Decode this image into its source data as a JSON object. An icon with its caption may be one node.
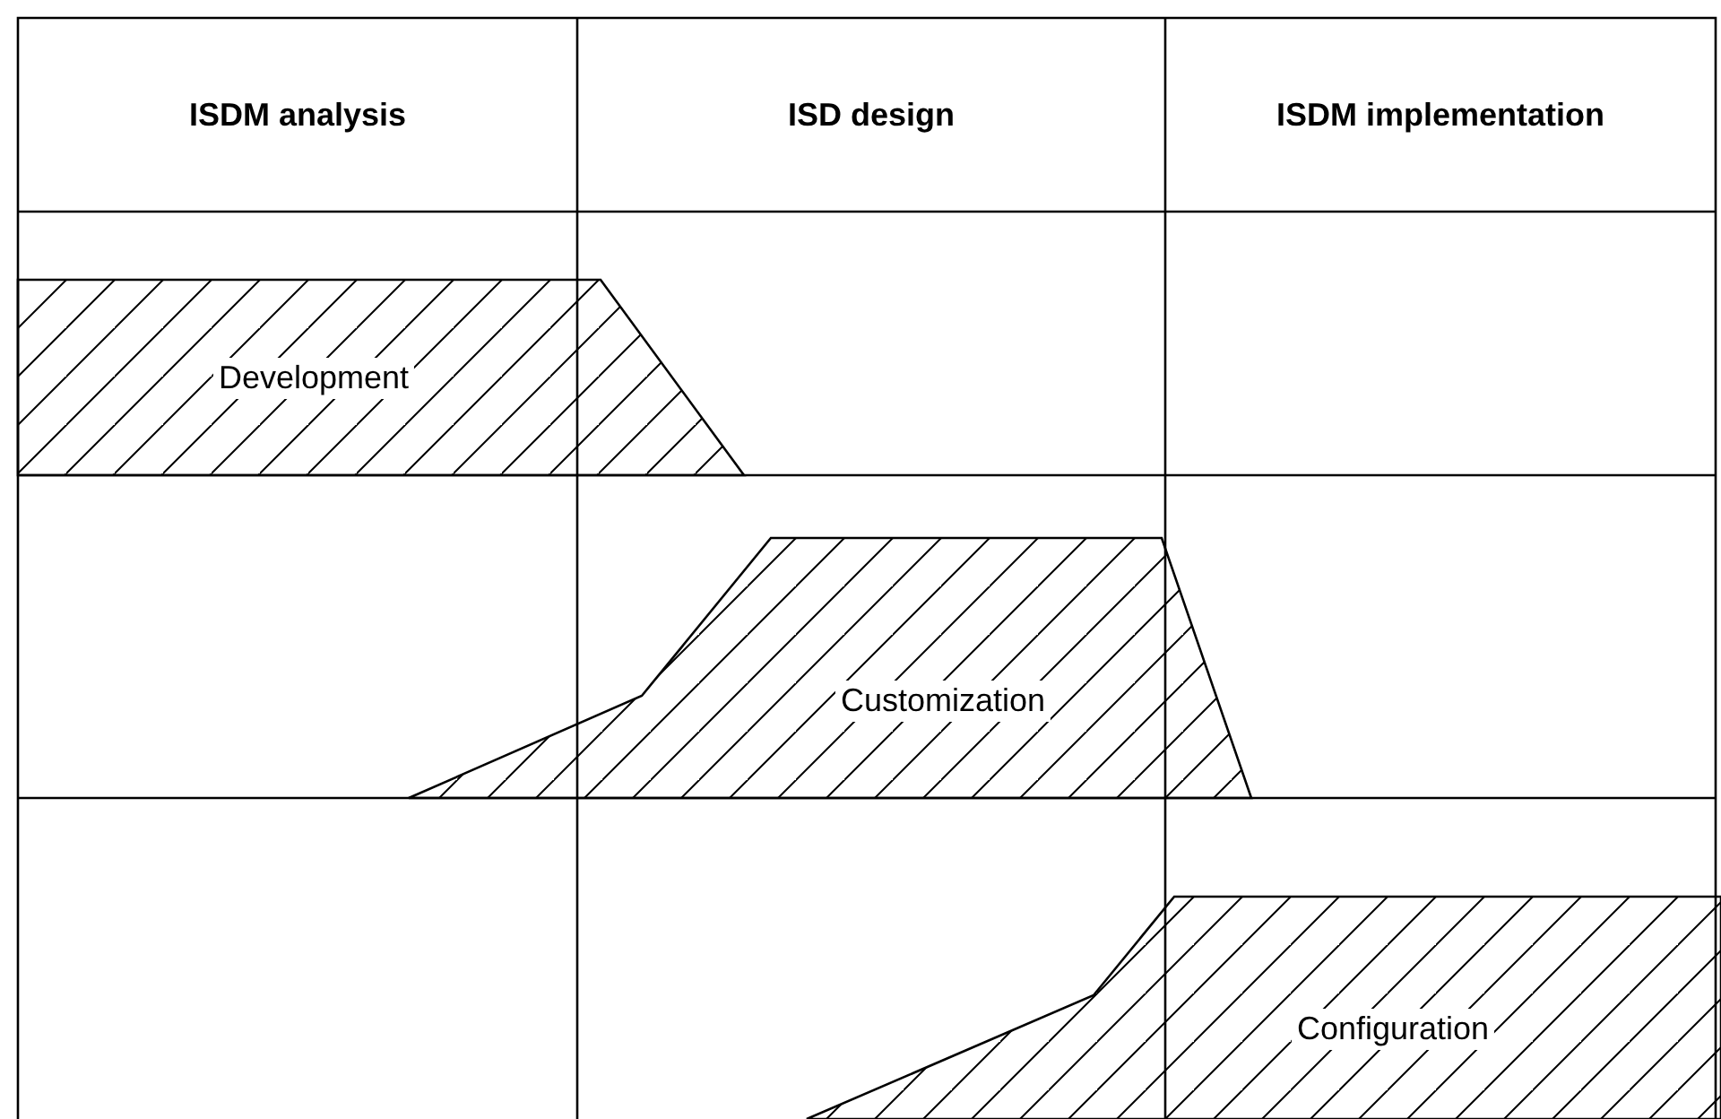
{
  "diagram": {
    "nodes": [
      {
        "text": [
          "ISDM analysis"
        ]
      },
      {
        "text": [
          "ISD design"
        ]
      },
      {
        "text": [
          "ISDM implementation"
        ]
      },
      {
        "text": [
          "Development"
        ]
      },
      {
        "text": [
          "Customization"
        ]
      },
      {
        "text": [
          "Configuration"
        ]
      }
    ]
  }
}
